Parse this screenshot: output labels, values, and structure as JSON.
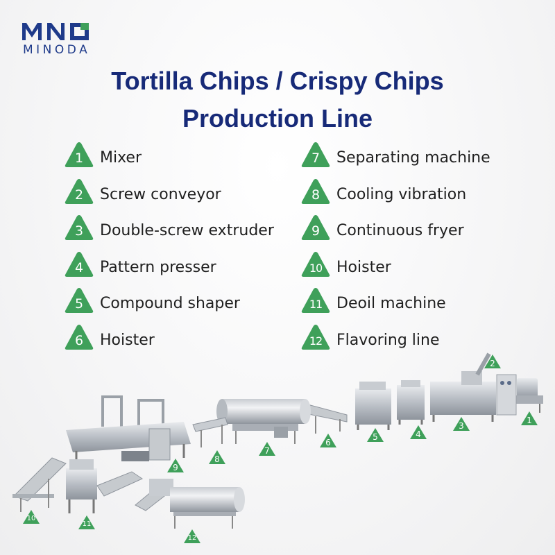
{
  "brand": {
    "mark": "MNO",
    "name": "MINODA",
    "color": "#1e3a8a"
  },
  "title": {
    "line1": "Tortilla Chips / Crispy Chips",
    "line2": "Production Line"
  },
  "accent": "#3fa05a",
  "steps": [
    {
      "num": "1",
      "label": "Mixer"
    },
    {
      "num": "2",
      "label": "Screw conveyor"
    },
    {
      "num": "3",
      "label": "Double-screw extruder"
    },
    {
      "num": "4",
      "label": "Pattern presser"
    },
    {
      "num": "5",
      "label": "Compound shaper"
    },
    {
      "num": "6",
      "label": "Hoister"
    },
    {
      "num": "7",
      "label": "Separating machine"
    },
    {
      "num": "8",
      "label": "Cooling vibration"
    },
    {
      "num": "9",
      "label": "Continuous fryer"
    },
    {
      "num": "10",
      "label": "Hoister"
    },
    {
      "num": "11",
      "label": "Deoil machine"
    },
    {
      "num": "12",
      "label": "Flavoring line"
    }
  ],
  "diagram_tags": [
    "1",
    "2",
    "3",
    "4",
    "5",
    "6",
    "7",
    "8",
    "9",
    "10",
    "11",
    "12"
  ]
}
